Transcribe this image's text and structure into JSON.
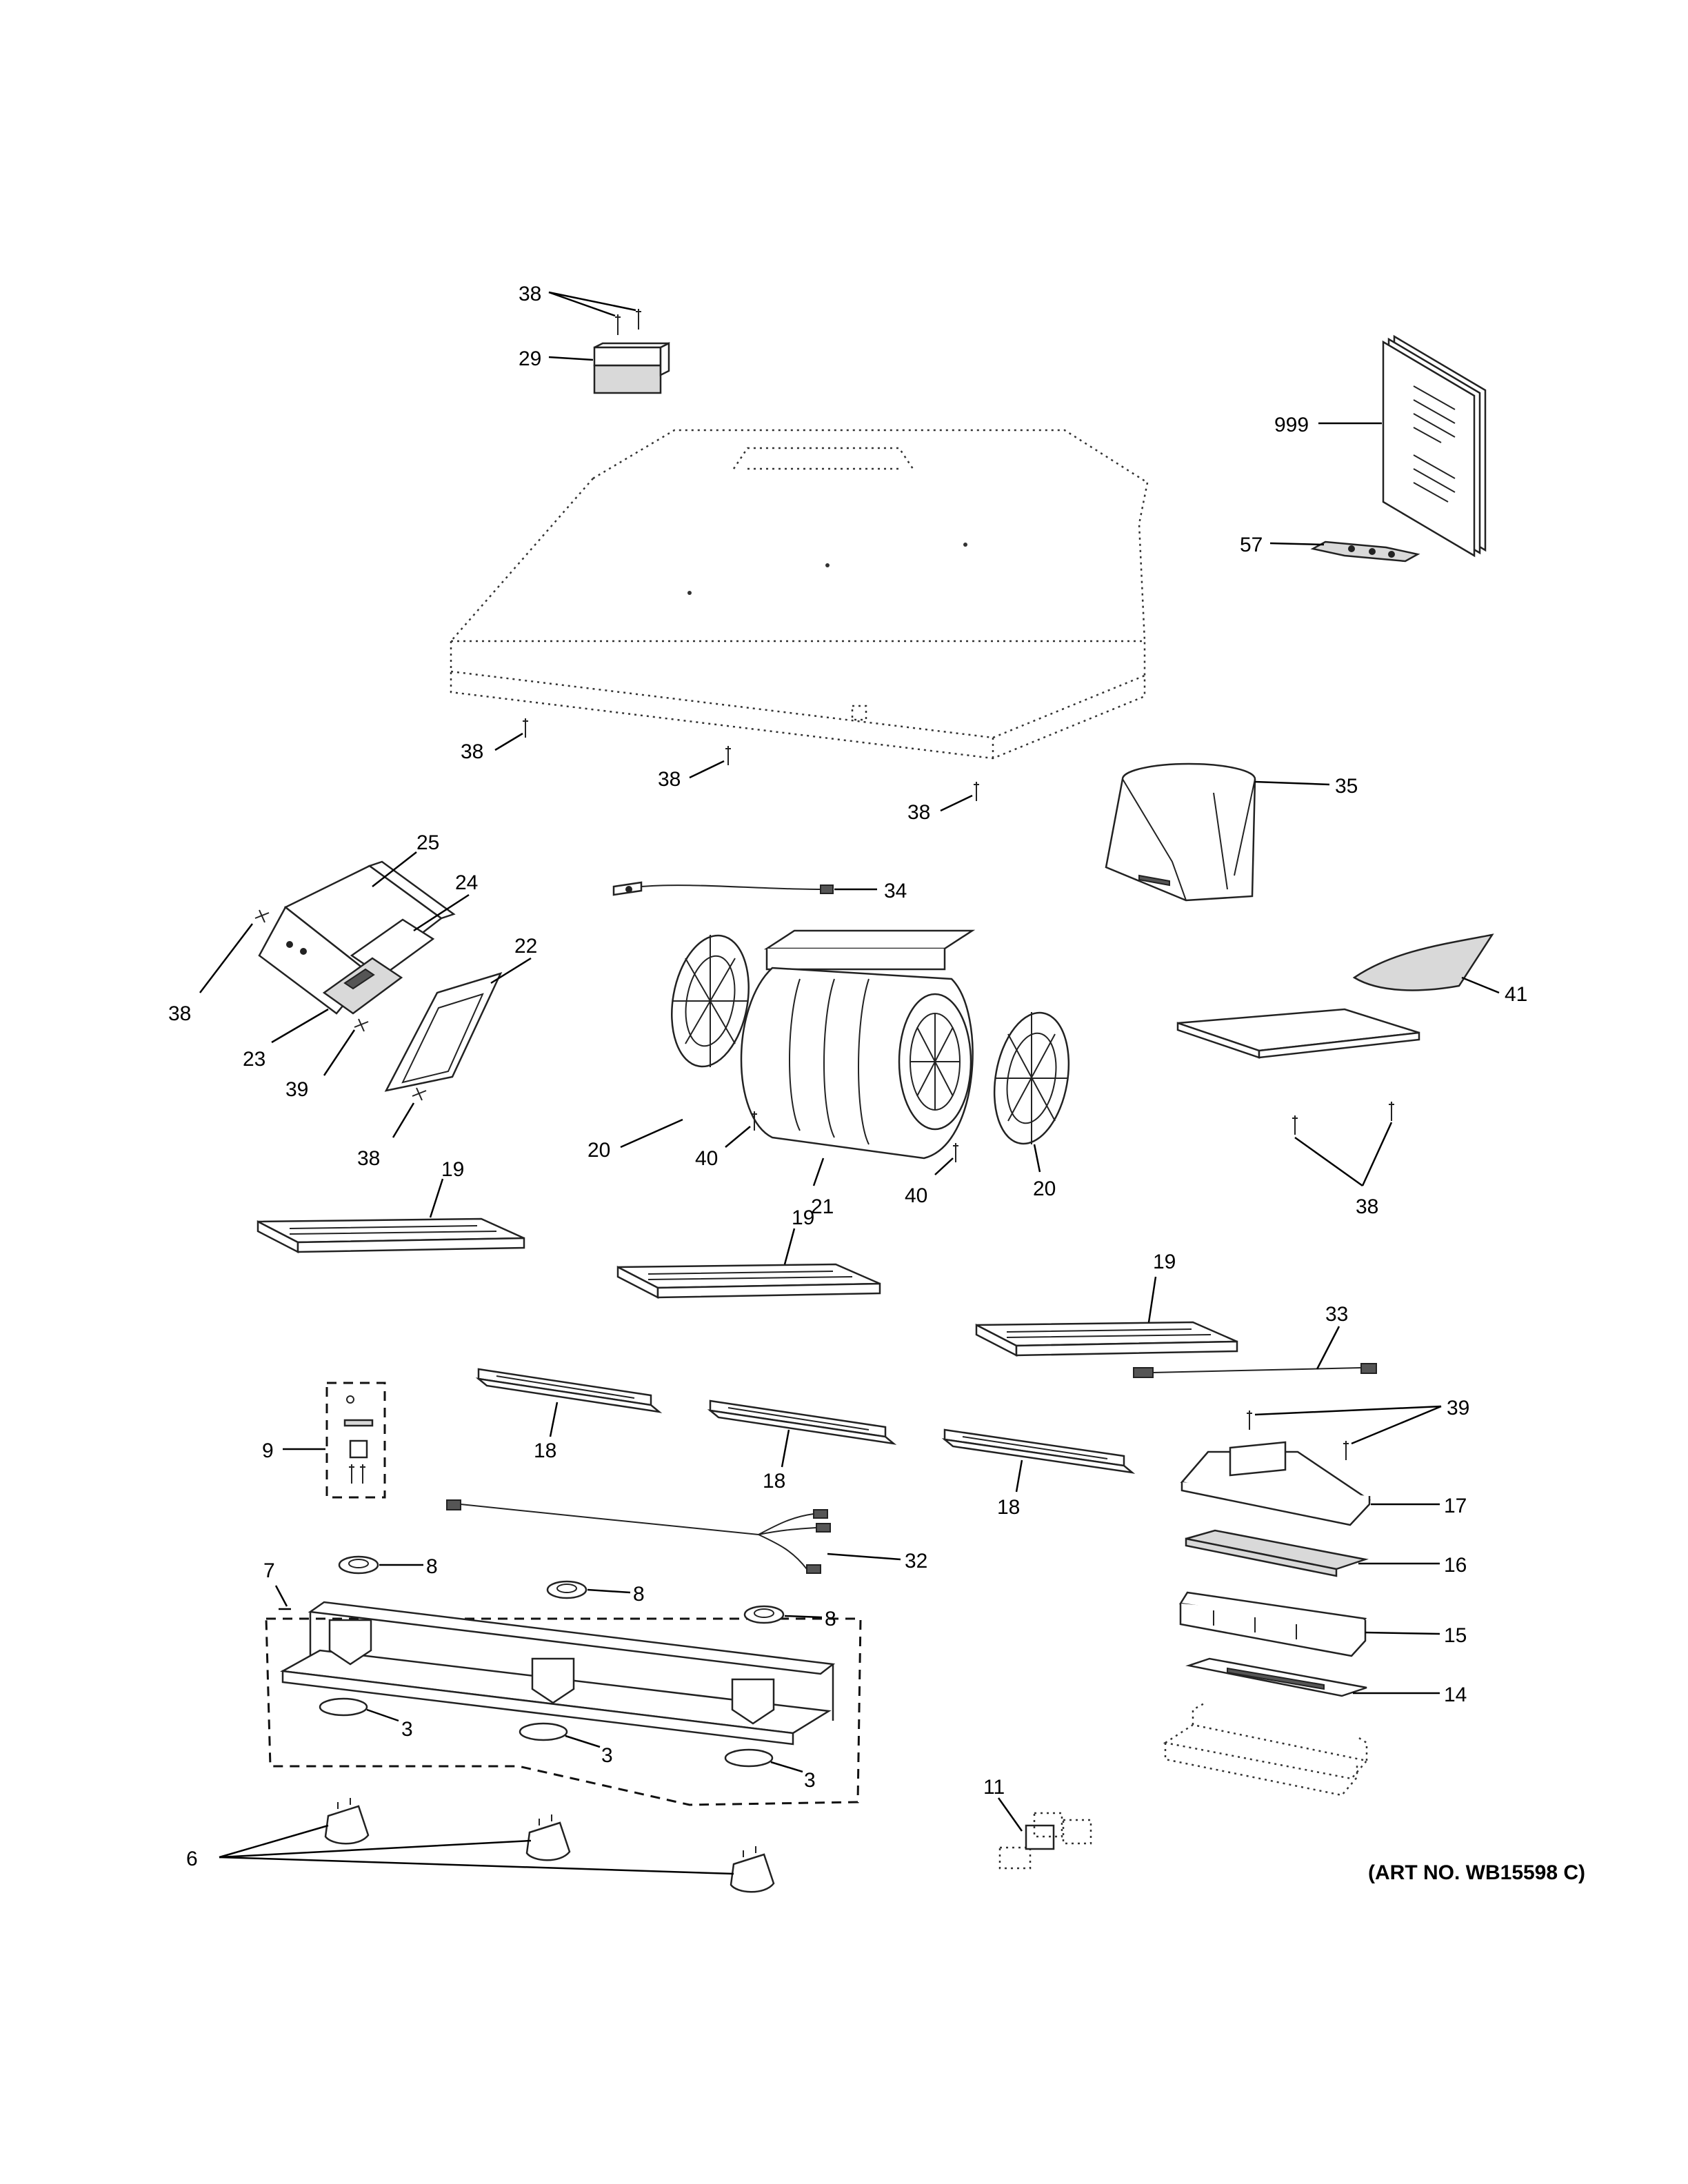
{
  "art_number": "(ART NO. WB15598 C)",
  "labels": {
    "l38a": "38",
    "l29": "29",
    "l999": "999",
    "l57": "57",
    "l38b": "38",
    "l38c": "38",
    "l38d": "38",
    "l35": "35",
    "l25": "25",
    "l24": "24",
    "l22": "22",
    "l34": "34",
    "l38e": "38",
    "l23": "23",
    "l39a": "39",
    "l38f": "38",
    "l20a": "20",
    "l21": "21",
    "l40a": "40",
    "l40b": "40",
    "l20b": "20",
    "l41": "41",
    "l38g": "38",
    "l19a": "19",
    "l19b": "19",
    "l19c": "19",
    "l33": "33",
    "l18a": "18",
    "l18b": "18",
    "l18c": "18",
    "l39b": "39",
    "l9": "9",
    "l17": "17",
    "l16": "16",
    "l32": "32",
    "l7": "7",
    "l8a": "8",
    "l8b": "8",
    "l8c": "8",
    "l15": "15",
    "l14": "14",
    "l3a": "3",
    "l3b": "3",
    "l3c": "3",
    "l11": "11",
    "l6": "6"
  }
}
